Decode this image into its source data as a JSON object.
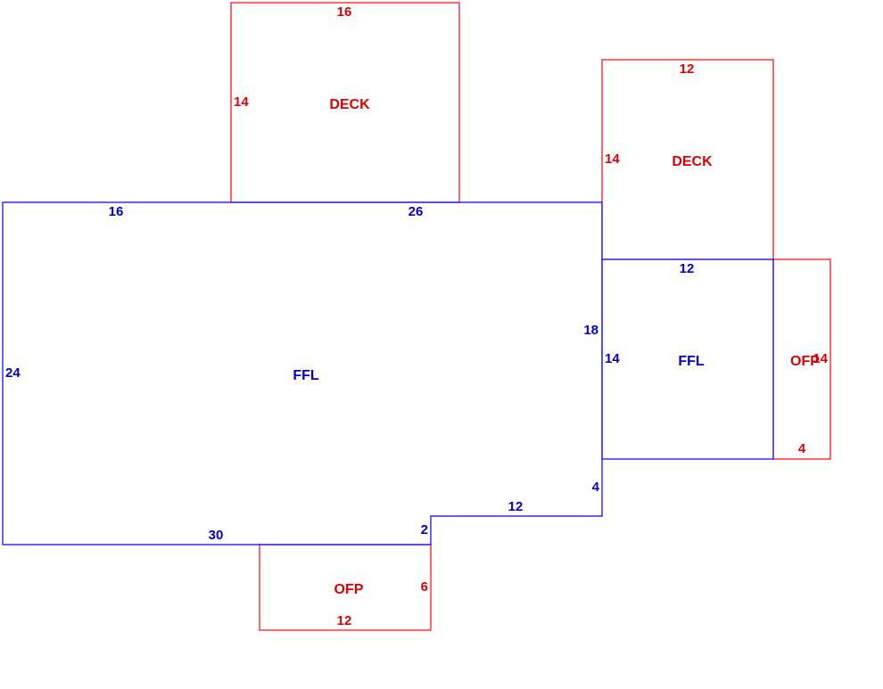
{
  "colors": {
    "deck_ofp": "#ff0000",
    "ffl": "#0000ff",
    "deck_ofp_label": "#dd0000",
    "ffl_label": "#0000cc"
  },
  "main_ffl": {
    "name": "FFL",
    "dim_top_left": "16",
    "dim_top_right": "26",
    "dim_left": "24",
    "dim_right": "18",
    "dim_step_vertical": "4",
    "dim_step_horizontal": "12",
    "dim_bottom_step": "2",
    "dim_bottom": "30"
  },
  "deck_top": {
    "name": "DECK",
    "dim_top": "16",
    "dim_side": "14"
  },
  "deck_right": {
    "name": "DECK",
    "dim_top": "12",
    "dim_side": "14"
  },
  "ffl_right": {
    "name": "FFL",
    "dim_top": "12",
    "dim_side": "14"
  },
  "ofp_right": {
    "name": "OFP",
    "dim_side": "14",
    "dim_bottom": "4"
  },
  "ofp_bottom": {
    "name": "OFP",
    "dim_side": "6",
    "dim_bottom": "12"
  }
}
